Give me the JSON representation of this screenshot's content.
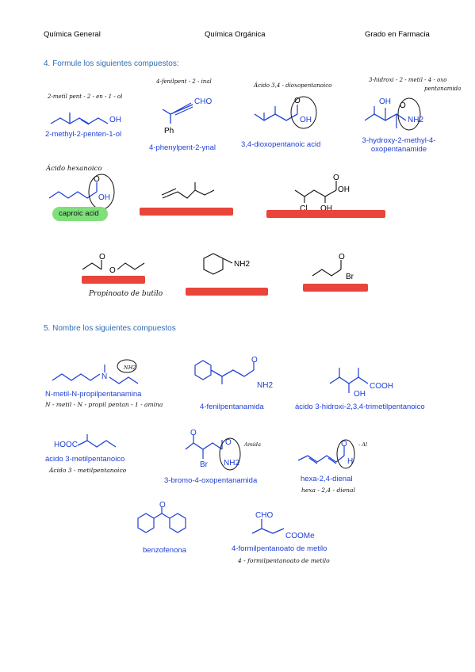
{
  "header": {
    "left": "Química General",
    "center": "Química Orgánica",
    "right": "Grado en Farmacia"
  },
  "section4": {
    "title": "4. Formule los siguientes compuestos:",
    "c1": {
      "name": "2-methyl-2-penten-1-ol",
      "hand": "2-metil pent - 2 - en - 1 - ol",
      "atom_oh": "OH"
    },
    "c2": {
      "name": "4-phenylpent-2-ynal",
      "hand": "4-fenilpent - 2 - inal",
      "atom_cho": "CHO",
      "atom_ph": "Ph"
    },
    "c3": {
      "name": "3,4-dioxopentanoic acid",
      "hand": "Ácido 3,4 - dioxopentanoico",
      "atom_oh": "OH",
      "atom_o": "O"
    },
    "c4": {
      "name": "3-hydroxy-2-methyl-4-oxopentanamide",
      "hand": "3-hidroxi - 2 - metil - 4 - oxo",
      "hand2": "pentanamida",
      "atom_oh": "OH",
      "atom_nh2": "NH2",
      "atom_o": "O"
    },
    "c5": {
      "name": "caproic acid",
      "hand": "Ácido hexanoico",
      "atom_oh": "OH",
      "atom_o": "O"
    },
    "c6": {
      "atom_cl": "Cl",
      "atom_oh": "OH",
      "atom_o": "O"
    },
    "c7": {
      "hand": "Propinoato de butilo",
      "atom_o": "O"
    },
    "c8": {
      "atom_nh2": "NH2"
    },
    "c9": {
      "atom_br": "Br",
      "atom_o": "O"
    }
  },
  "section5": {
    "title": "5. Nombre los siguientes compuestos",
    "n1": {
      "name": "N-metil-N-propilpentanamina",
      "hand": "N - metil - N - propil pentan - 1 - amina",
      "atom_n": "N",
      "atom_nh2": "NH2"
    },
    "n2": {
      "name": "4-fenilpentanamida",
      "atom_o": "O",
      "atom_nh2": "NH2"
    },
    "n3": {
      "name": "ácido 3-hidroxi-2,3,4-trimetilpentanoico",
      "atom_cooh": "COOH",
      "atom_oh": "OH"
    },
    "n4": {
      "name": "ácido 3-metilpentanoico",
      "hand": "Ácido 3 - metilpentanoico",
      "atom_hooc": "HOOC"
    },
    "n5": {
      "name": "3-bromo-4-oxopentanamida",
      "hand": "Amida",
      "atom_o": "O",
      "atom_br": "Br",
      "atom_nh2": "NH2"
    },
    "n6": {
      "name": "hexa-2,4-dienal",
      "hand": "hexa - 2,4 - dienal",
      "hand2": "- Al",
      "atom_o": "O",
      "atom_h": "H"
    },
    "n7": {
      "name": "benzofenona",
      "atom_o": "O"
    },
    "n8": {
      "name": "4-formilpentanoato de metilo",
      "hand": "4 - formilpentanoato de metilo",
      "atom_cho": "CHO",
      "atom_coome": "COOMe"
    }
  },
  "colors": {
    "blue_text": "#1e3fd6",
    "section_blue": "#2f6db5",
    "redaction": "#e9453a",
    "highlight": "#7fe07b"
  }
}
